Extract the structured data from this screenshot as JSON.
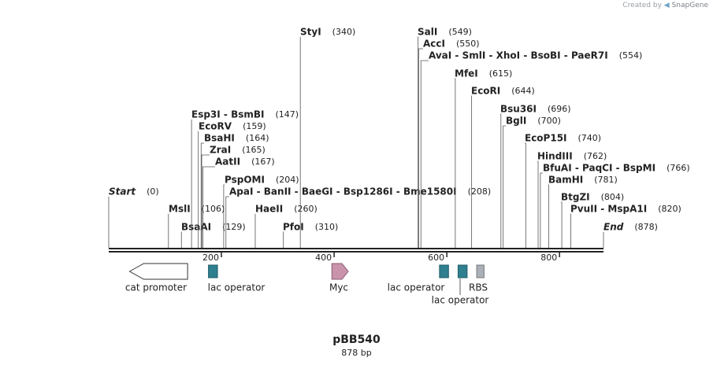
{
  "credit": {
    "prefix": "Created by",
    "brand": "SnapGene"
  },
  "plasmid": {
    "name": "pBB540",
    "length_label": "878 bp",
    "length": 878
  },
  "ruler": {
    "ticks": [
      200,
      400,
      600,
      800
    ]
  },
  "sites": [
    {
      "name": "Start",
      "pos": 0,
      "label": "(0)"
    },
    {
      "name": "MslI",
      "pos": 106,
      "label": "(106)"
    },
    {
      "name": "BsaAI",
      "pos": 129,
      "label": "(129)"
    },
    {
      "name": "Esp3I - BsmBI",
      "pos": 147,
      "label": "(147)"
    },
    {
      "name": "EcoRV",
      "pos": 159,
      "label": "(159)"
    },
    {
      "name": "BsaHI",
      "pos": 164,
      "label": "(164)"
    },
    {
      "name": "ZraI",
      "pos": 165,
      "label": "(165)"
    },
    {
      "name": "AatII",
      "pos": 167,
      "label": "(167)"
    },
    {
      "name": "PspOMI",
      "pos": 204,
      "label": "(204)"
    },
    {
      "name": "ApaI - BanII - BaeGI - Bsp1286I - Bme1580I",
      "pos": 208,
      "label": "(208)"
    },
    {
      "name": "HaeII",
      "pos": 260,
      "label": "(260)"
    },
    {
      "name": "PfoI",
      "pos": 310,
      "label": "(310)"
    },
    {
      "name": "StyI",
      "pos": 340,
      "label": "(340)"
    },
    {
      "name": "SalI",
      "pos": 549,
      "label": "(549)"
    },
    {
      "name": "AccI",
      "pos": 550,
      "label": "(550)"
    },
    {
      "name": "AvaI - SmlI - XhoI - BsoBI - PaeR7I",
      "pos": 554,
      "label": "(554)"
    },
    {
      "name": "MfeI",
      "pos": 615,
      "label": "(615)"
    },
    {
      "name": "EcoRI",
      "pos": 644,
      "label": "(644)"
    },
    {
      "name": "Bsu36I",
      "pos": 696,
      "label": "(696)"
    },
    {
      "name": "BglI",
      "pos": 700,
      "label": "(700)"
    },
    {
      "name": "EcoP15I",
      "pos": 740,
      "label": "(740)"
    },
    {
      "name": "HindIII",
      "pos": 762,
      "label": "(762)"
    },
    {
      "name": "BfuAI - PaqCI - BspMI",
      "pos": 766,
      "label": "(766)"
    },
    {
      "name": "BamHI",
      "pos": 781,
      "label": "(781)"
    },
    {
      "name": "BtgZI",
      "pos": 804,
      "label": "(804)"
    },
    {
      "name": "PvuII - MspA1I",
      "pos": 820,
      "label": "(820)"
    },
    {
      "name": "End",
      "pos": 878,
      "label": "(878)"
    }
  ],
  "features": [
    {
      "name": "cat promoter",
      "type": "promoter",
      "start": 37,
      "end": 140,
      "color": "#ffffff"
    },
    {
      "name": "lac operator",
      "type": "operator",
      "start": 177,
      "end": 193,
      "color": "#2f7f8f"
    },
    {
      "name": "Myc",
      "type": "tag",
      "start": 396,
      "end": 425,
      "color": "#c994ab"
    },
    {
      "name": "lac operator",
      "type": "operator",
      "start": 587,
      "end": 603,
      "color": "#2f7f8f"
    },
    {
      "name": "lac operator",
      "type": "operator",
      "start": 620,
      "end": 636,
      "color": "#2f7f8f"
    },
    {
      "name": "RBS",
      "type": "rbs",
      "start": 653,
      "end": 666,
      "color": "#aab0b8"
    }
  ]
}
